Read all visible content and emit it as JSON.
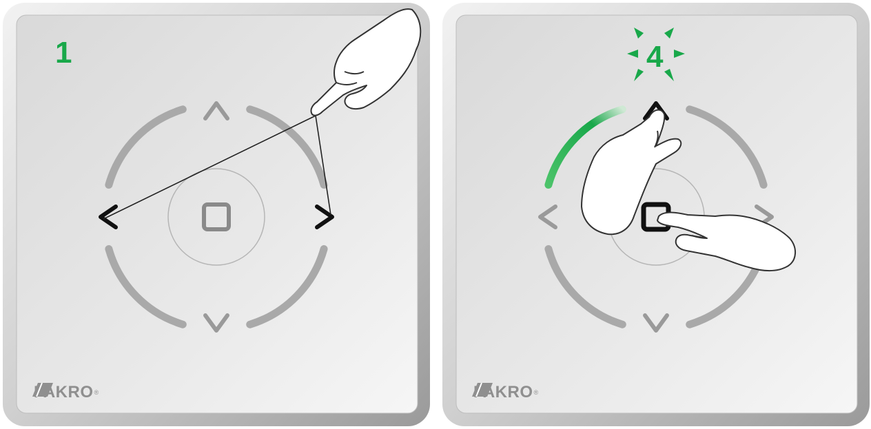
{
  "panels": [
    {
      "step_label": "1",
      "brand": {
        "name": "FAKRO",
        "registered": "®"
      },
      "highlighted_buttons": [
        "left-arrow",
        "right-arrow"
      ],
      "gesture": "single hand touching left and right arrows"
    },
    {
      "step_label": "4",
      "brand": {
        "name": "FAKRO",
        "registered": "®"
      },
      "highlighted_buttons": [
        "up-arrow",
        "stop-square"
      ],
      "gesture": "two hands pressing up arrow and stop button",
      "status_light": "green arc on upper-left ring segment"
    }
  ],
  "colors": {
    "accent_green": "#19a84a",
    "ring_gray": "#a9a9a9",
    "panel_face": "#e6e6e6",
    "active_black": "#111111"
  }
}
